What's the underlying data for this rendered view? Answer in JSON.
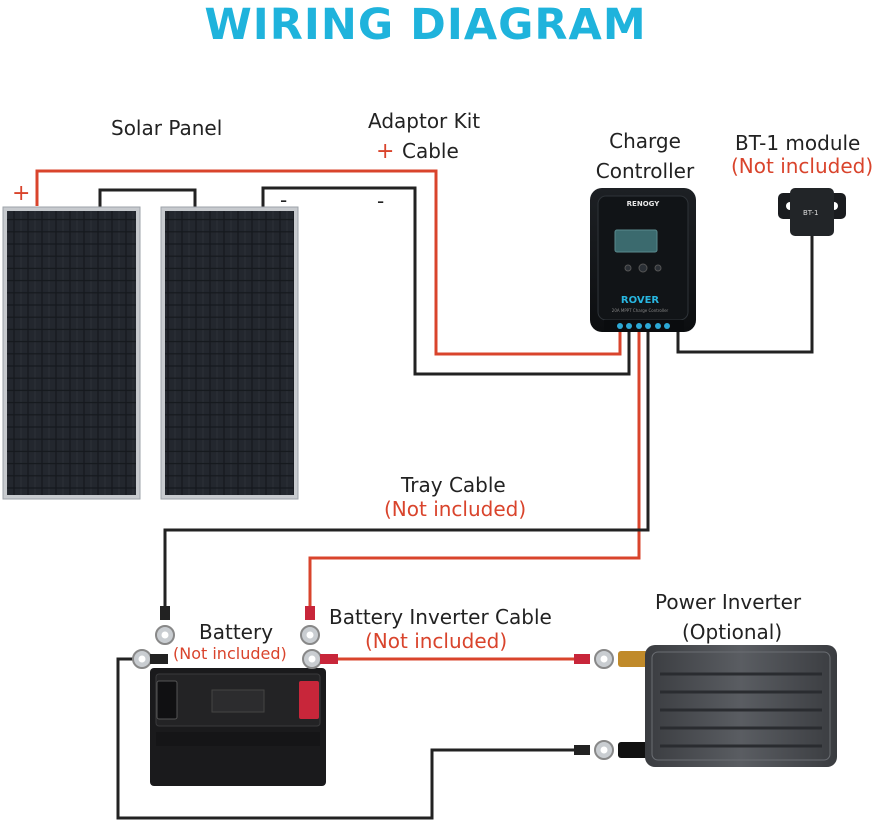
{
  "title": "WIRING DIAGRAM",
  "labels": {
    "solar_panel": "Solar Panel",
    "adaptor_kit_line1": "Adaptor Kit",
    "adaptor_kit_line2": "Cable",
    "plus_sign": "+",
    "minus_sign": "-",
    "charge_controller_line1": "Charge",
    "charge_controller_line2": "Controller",
    "bt_module": "BT-1 module",
    "bt_not_included": "(Not included)",
    "tray_cable": "Tray Cable",
    "tray_not_included": "(Not included)",
    "battery": "Battery",
    "battery_not_included": "(Not included)",
    "inverter_cable": "Battery Inverter Cable",
    "inverter_cable_not_included": "(Not included)",
    "power_inverter": "Power Inverter",
    "optional": "(Optional)"
  },
  "controller": {
    "brand": "RENOGY",
    "model": "ROVER",
    "subtitle": "20A MPPT Charge Controller"
  },
  "bt_module_device": {
    "label": "BT-1"
  },
  "colors": {
    "title": "#1fb3dc",
    "positive_wire": "#d9442c",
    "negative_wire": "#222222",
    "note_red": "#d9442c"
  }
}
